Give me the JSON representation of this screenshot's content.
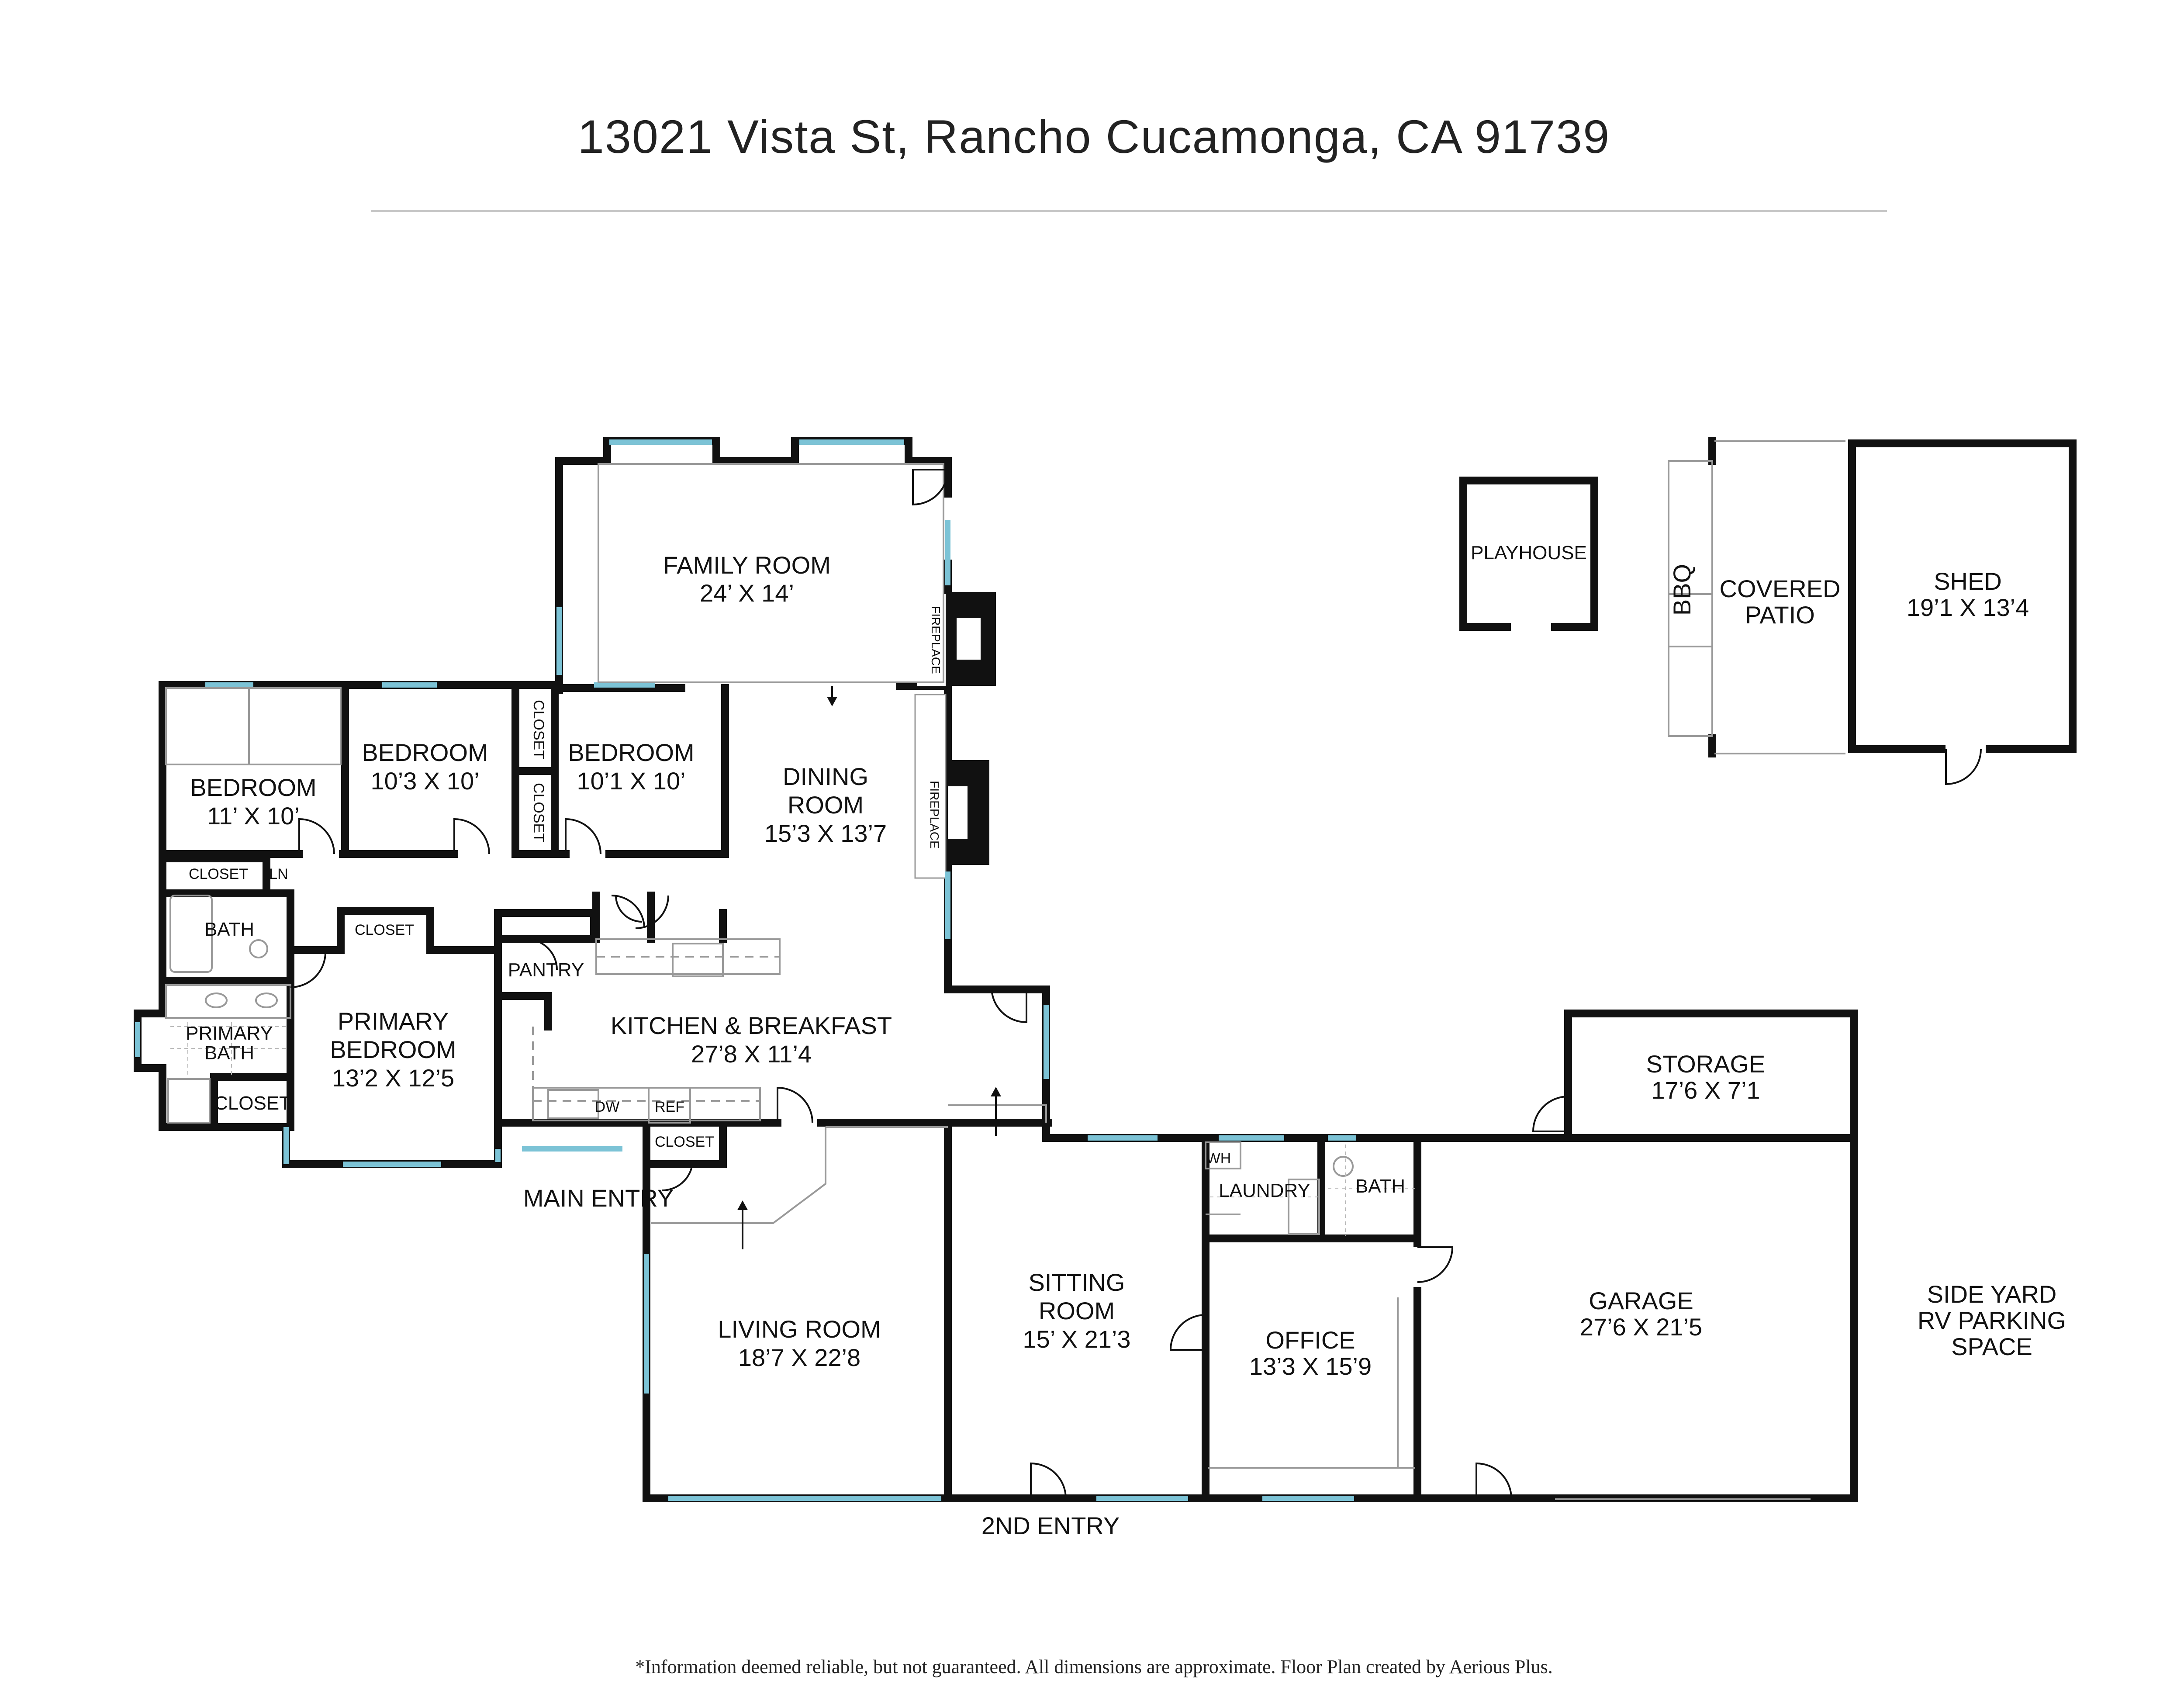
{
  "header": {
    "address": "13021 Vista St, Rancho Cucamonga, CA 91739"
  },
  "rooms": {
    "family_room": {
      "name": "FAMILY ROOM",
      "dims": "24’ X 14’"
    },
    "dining_room": {
      "line1": "DINING",
      "line2": "ROOM",
      "dims": "15’3 X 13’7"
    },
    "bedroom_1": {
      "name": "BEDROOM",
      "dims": "11’ X 10’"
    },
    "bedroom_2": {
      "name": "BEDROOM",
      "dims": "10’3 X 10’"
    },
    "bedroom_3": {
      "name": "BEDROOM",
      "dims": "10’1 X 10’"
    },
    "primary_bedroom": {
      "line1": "PRIMARY",
      "line2": "BEDROOM",
      "dims": "13’2 X 12’5"
    },
    "kitchen": {
      "name": "KITCHEN & BREAKFAST",
      "dims": "27’8 X 11’4"
    },
    "living_room": {
      "name": "LIVING ROOM",
      "dims": "18’7 X 22’8"
    },
    "sitting_room": {
      "line1": "SITTING",
      "line2": "ROOM",
      "dims": "15’ X 21’3"
    },
    "office": {
      "name": "OFFICE",
      "dims": "13’3 X 15’9"
    },
    "garage": {
      "name": "GARAGE",
      "dims": "27’6 X 21’5"
    },
    "storage": {
      "name": "STORAGE",
      "dims": "17’6 X 7’1"
    },
    "shed": {
      "name": "SHED",
      "dims": "19’1 X 13’4"
    },
    "playhouse": {
      "name": "PLAYHOUSE"
    },
    "covered_patio": {
      "line1": "COVERED",
      "line2": "PATIO"
    },
    "bbq": {
      "name": "BBQ"
    }
  },
  "small_labels": {
    "closet": "CLOSET",
    "ln": "LN",
    "bath": "BATH",
    "primary_bath_1": "PRIMARY",
    "primary_bath_2": "BATH",
    "pantry": "PANTRY",
    "dw": "DW",
    "ref": "REF",
    "laundry": "LAUNDRY",
    "wh": "WH",
    "fireplace": "FIREPLACE"
  },
  "entries": {
    "main": "MAIN ENTRY",
    "second": "2ND ENTRY"
  },
  "side_yard": {
    "line1": "SIDE YARD",
    "line2": "RV PARKING",
    "line3": "SPACE"
  },
  "colors": {
    "wall": "#111111",
    "window": "#7cc3d6",
    "rule": "#c8c8c8",
    "fixture": "#999999"
  },
  "footer": {
    "note": "*Information deemed reliable, but not guaranteed. All dimensions are approximate. Floor Plan created by Aerious Plus."
  }
}
